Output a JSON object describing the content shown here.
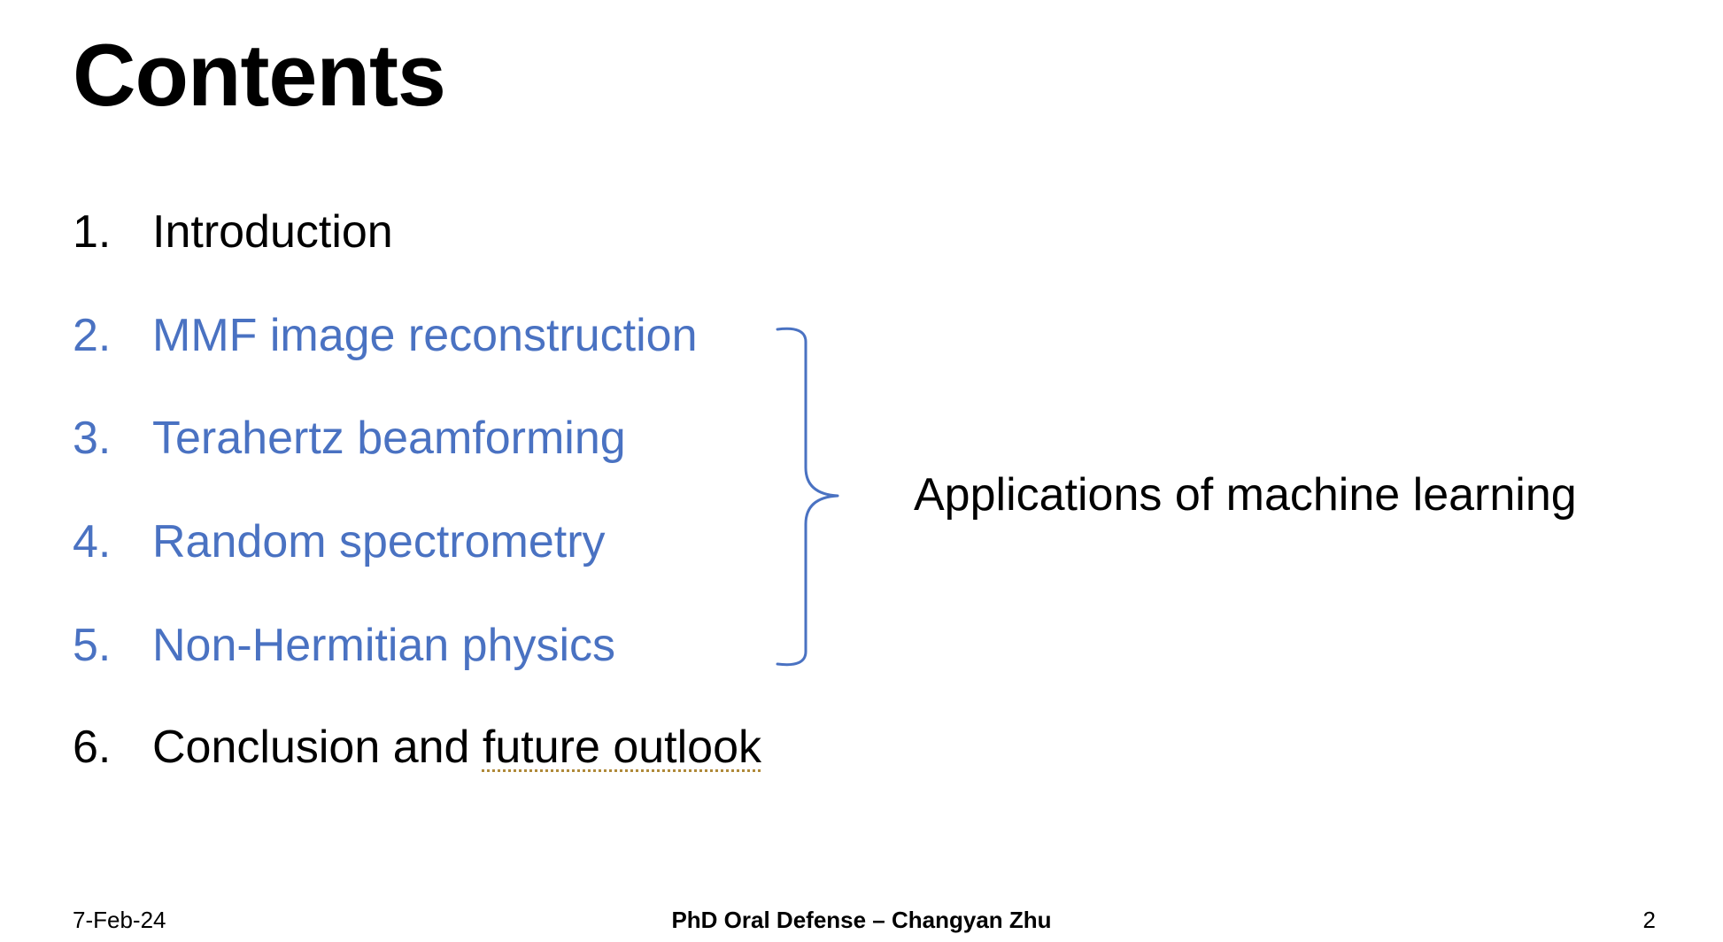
{
  "title": "Contents",
  "items": [
    {
      "num": "1.",
      "text": "Introduction"
    },
    {
      "num": "2.",
      "text": "MMF image reconstruction"
    },
    {
      "num": "3.",
      "text": "Terahertz beamforming"
    },
    {
      "num": "4.",
      "text": "Random spectrometry"
    },
    {
      "num": "5.",
      "text": "Non-Hermitian physics"
    },
    {
      "num": "6.",
      "text_plain": "Conclusion and ",
      "text_flagged": "future outlook"
    }
  ],
  "brace_label": "Applications of machine learning",
  "footer": {
    "date": "7-Feb-24",
    "center": "PhD Oral Defense – Changyan Zhu",
    "page": "2"
  },
  "colors": {
    "highlight": "#4A72C2",
    "text": "#000000",
    "spellcheck": "#B08A3A"
  }
}
